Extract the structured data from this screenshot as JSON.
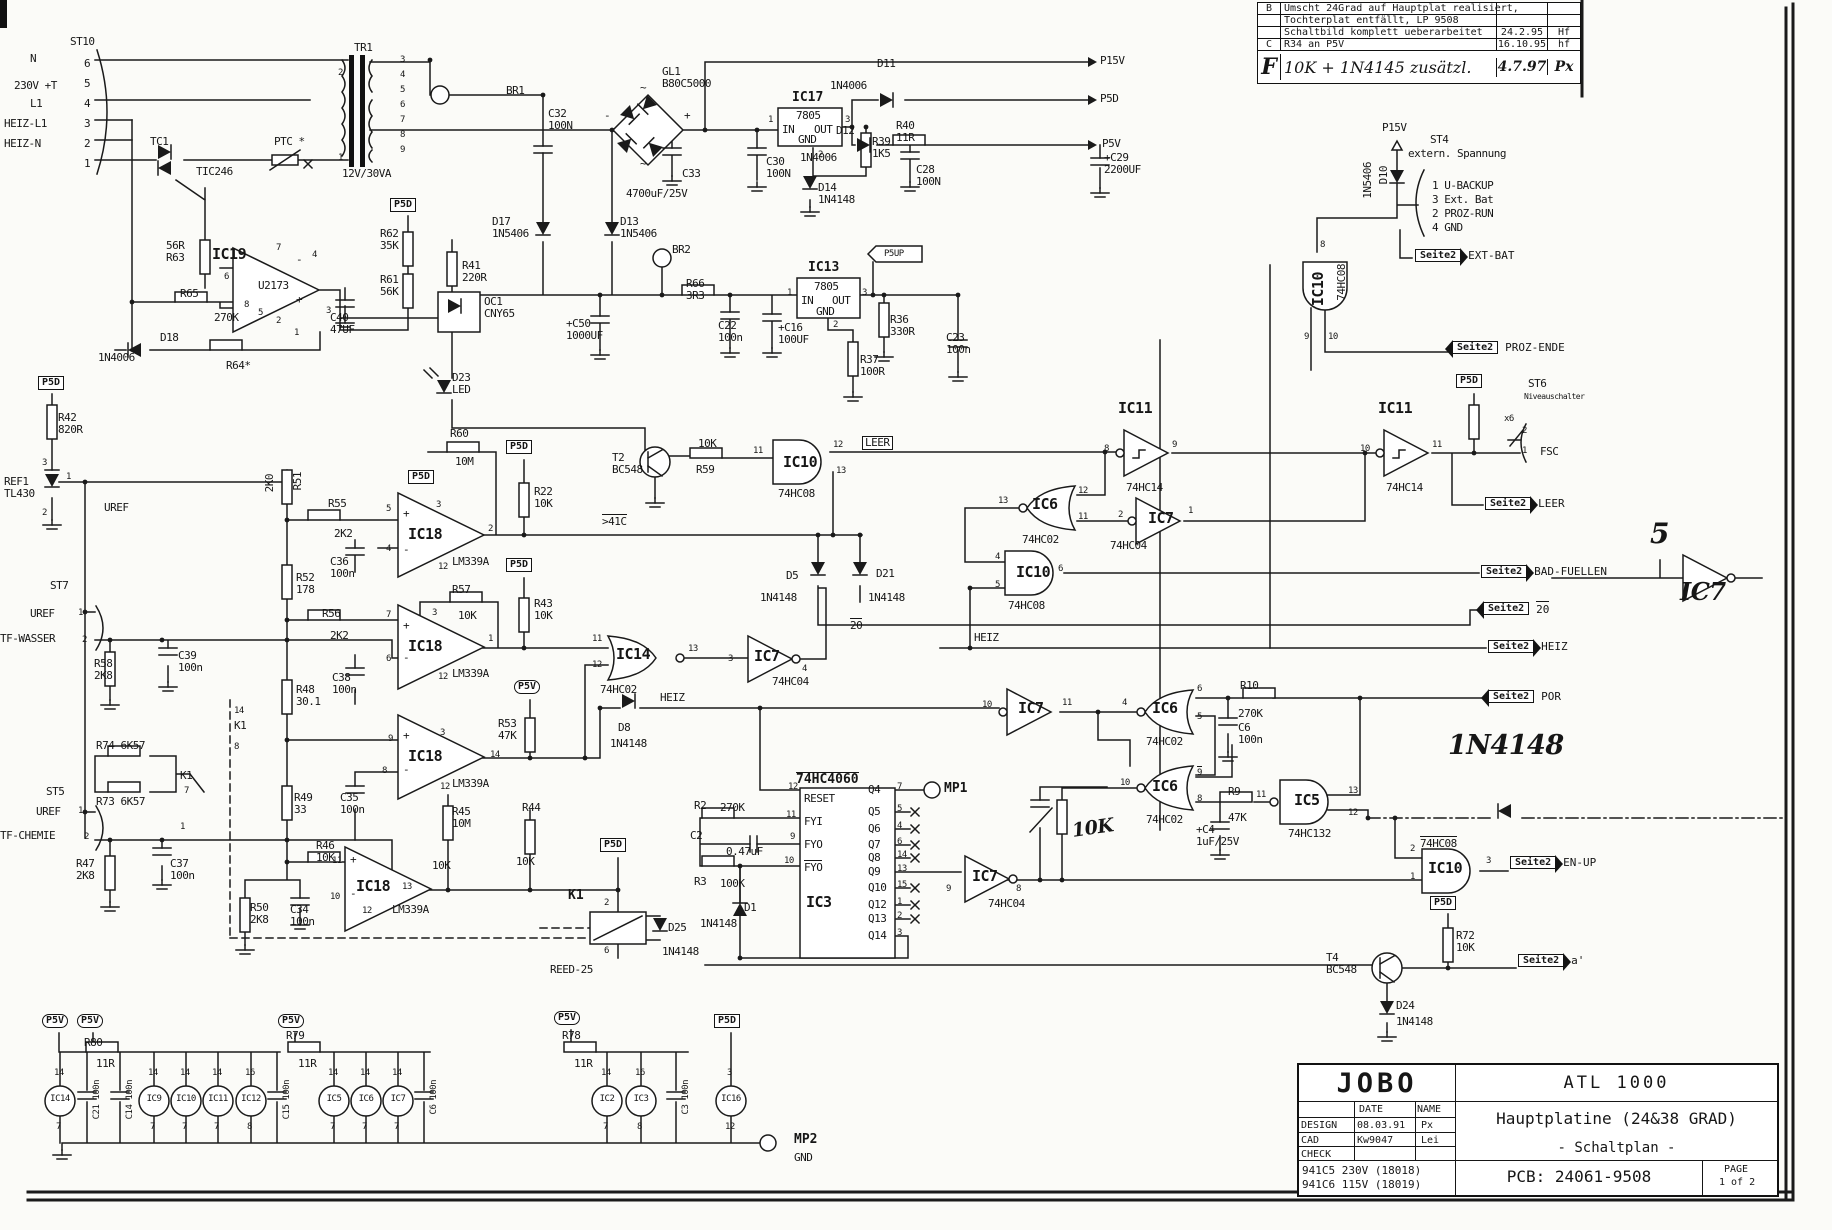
{
  "rails": {
    "p15v": "P15V",
    "p5d": "P5D",
    "p5v": "P5V",
    "p5up": "P5UP",
    "seite2": "Seite2"
  },
  "pins": {
    "p1": "1",
    "p2": "2",
    "p3": "3",
    "p4": "4",
    "p5": "5",
    "p6": "6",
    "p7": "7",
    "p8": "8",
    "p9": "9",
    "p10": "10",
    "p11": "11",
    "p12": "12",
    "p13": "13",
    "p14": "14",
    "p15": "15",
    "p16": "16"
  },
  "misc": {
    "n4148": "1N4148",
    "plus": "+",
    "minus": "-",
    "tilde": "~"
  },
  "L": {
    "st10": "ST10",
    "st10p": "6\n5\n4\n3\n2\n1",
    "n": "N",
    "v230": "230V +T",
    "l1": "L1",
    "heizl1": "HEIZ-L1",
    "heizn": "HEIZ-N",
    "tc1": "TC1",
    "tic246": "TIC246",
    "ptc": "PTC *",
    "tr1": "TR1",
    "trp": "3\n4\n5\n6\n7\n8\n9",
    "tr1v": "12V/30VA",
    "br1": "BR1",
    "br2": "BR2",
    "c32": "C32\n100N",
    "gl1": "GL1\nB80C5000",
    "c33": "C33",
    "c33v": "4700uF/25V",
    "c30": "C30\n100N",
    "ic17": "IC17",
    "v7805": "7805",
    "inp": "IN",
    "outp": "OUT",
    "gndp": "GND",
    "r39": "R39\n1K5",
    "d14": "D14\n1N4148",
    "c28": "C28\n100N",
    "d11": "D11",
    "n4006": "1N4006",
    "d12": "D12",
    "r40": "R40\n11R",
    "c29": "+C29\n2200UF",
    "d17": "D17\n1N5406",
    "d13": "D13\n1N5406",
    "r66": "R66\n3R3",
    "ic13": "IC13",
    "c50": "+C50\n1000UF",
    "c22": "C22\n100n",
    "c16": "+C16\n100UF",
    "r36": "R36\n330R",
    "c23": "C23\n100n",
    "r37": "R37\n100R",
    "r63": "56R\nR63",
    "ic19": "IC19",
    "u2173": "U2173",
    "r62": "R62\n35K",
    "r61": "R61\n56K",
    "r65": "R65",
    "k270": "270K",
    "d18": "D18",
    "r64": "R64*",
    "c40": "C40\n47UF",
    "oc1": "OC1\nCNY65",
    "r41": "R41\n220R",
    "d23": "D23\nLED",
    "r42": "R42\n820R",
    "ref1": "REF1\nTL430",
    "uref": "UREF",
    "st7": "ST7",
    "tfw": "TF-WASSER",
    "st5": "ST5",
    "tfc": "TF-CHEMIE",
    "r58": "R58\n2K8",
    "c39": "C39\n100n",
    "r74": "R74 6K57",
    "r73": "R73 6K57",
    "k1": "K1",
    "r47": "R47\n2K8",
    "c37": "C37\n100n",
    "r51": "R51",
    "k2k0": "2K0",
    "r55": "R55",
    "k2k2": "2K2",
    "r52": "R52\n178",
    "r56": "R56",
    "c36": "C36\n100n",
    "c38": "C38\n100n",
    "r48": "R48\n30.1",
    "r49": "R49\n33",
    "c35": "C35\n100n",
    "r46": "R46\n10K",
    "r50": "R50\n2K8",
    "c34": "C34\n100n",
    "r45": "R45\n10M",
    "r44": "R44",
    "k10k": "10K",
    "m10m": "10M",
    "ic18": "IC18",
    "lm339": "LM339A",
    "r60": "R60",
    "r22": "R22\n10K",
    "t2": "T2\nBC548",
    "r59": "R59",
    "s41c": ">41C",
    "r57": "R57",
    "r43": "R43\n10K",
    "ic14": "IC14",
    "hc02": "74HC02",
    "ic7": "IC7",
    "hc04": "74HC04",
    "heiz": "HEIZ",
    "d8": "D8",
    "r53": "R53\n47K",
    "leer": "LEER",
    "d5": "D5",
    "d21": "D21",
    "s20": "20",
    "ic10": "IC10",
    "hc08": "74HC08",
    "ic6": "IC6",
    "ic11": "IC11",
    "hc14": "74HC14",
    "ic5": "IC5",
    "hc132": "74HC132",
    "hc4060": "74HC4060",
    "reset": "RESET",
    "fyi": "FYI",
    "fyo": "FYO",
    "ic3": "IC3",
    "q4": "Q4",
    "q5": "Q5",
    "q6": "Q6",
    "q7": "Q7",
    "q8": "Q8",
    "q9": "Q9",
    "q10": "Q10",
    "q12": "Q12",
    "q13": "Q13",
    "q14": "Q14",
    "mp1": "MP1",
    "mp2": "MP2",
    "gnd": "GND",
    "r2": "R2",
    "c2": "C2",
    "c2v": "0.47uF",
    "r3": "R3",
    "k100k": "100K",
    "d1": "D1",
    "reed": "REED-25",
    "d25": "D25",
    "r10": "R10",
    "c6": "C6\n100n",
    "r9": "R9",
    "k47k": "47K",
    "c4": "+C4\n1uF/25V",
    "r72": "R72\n10K",
    "t4": "T4\nBC548",
    "d24": "D24",
    "d10": "D10",
    "n5406": "1N5406",
    "st4": "ST4",
    "st4s": "extern. Spannung",
    "st4p1": "1 U-BACKUP",
    "st4p3": "3 Ext. Bat",
    "st4p2": "2 PROZ-RUN",
    "st4p4": "4 GND",
    "st6": "ST6",
    "niveau": "Niveauschalter",
    "fsc": "FSC",
    "x6": "x6",
    "hw5": "5",
    "hwic": "IC7"
  },
  "seite2": [
    "EXT-BAT",
    "PROZ-ENDE",
    "LEER",
    "BAD-FUELLEN",
    "20",
    "HEIZ",
    "POR",
    "EN-UP",
    "a'"
  ],
  "bottom": {
    "ics": [
      {
        "n": "IC14",
        "t": "14",
        "b": "7"
      },
      {
        "n": "IC9",
        "t": "14",
        "b": "7"
      },
      {
        "n": "IC10",
        "t": "14",
        "b": "7"
      },
      {
        "n": "IC11",
        "t": "14",
        "b": "7"
      },
      {
        "n": "IC12",
        "t": "16",
        "b": "8"
      },
      {
        "n": "IC5",
        "t": "14",
        "b": "7"
      },
      {
        "n": "IC6",
        "t": "14",
        "b": "7"
      },
      {
        "n": "IC7",
        "t": "14",
        "b": "7"
      },
      {
        "n": "IC2",
        "t": "14",
        "b": "7"
      },
      {
        "n": "IC3",
        "t": "16",
        "b": "8"
      },
      {
        "n": "IC16",
        "t": "3",
        "b": "12"
      }
    ],
    "caps": [
      "C21 100n",
      "C14 100n",
      "C15 100n",
      "C6 100n",
      "C3 100n"
    ],
    "res": [
      "R80",
      "R79",
      "R78"
    ],
    "resv": "11R"
  },
  "rev": {
    "rows": [
      {
        "rev": "B",
        "desc": "Umscht 24Grad auf Hauptplat realisiert,",
        "date": "",
        "name": ""
      },
      {
        "rev": "",
        "desc": "Tochterplat entfällt, LP 9508",
        "date": "",
        "name": ""
      },
      {
        "rev": "",
        "desc": "Schaltbild komplett ueberarbeitet",
        "date": "24.2.95",
        "name": "Hf"
      },
      {
        "rev": "C",
        "desc": "R34 an P5V",
        "date": "16.10.95",
        "name": "hf"
      },
      {
        "rev": "F",
        "desc": "10K + 1N4145 zusätzl.",
        "date": "4.7.97",
        "name": "Px"
      }
    ]
  },
  "tb": {
    "company": "JOBO",
    "product": "ATL 1000",
    "date_h": "DATE",
    "name_h": "NAME",
    "design": "DESIGN",
    "design_date": "08.03.91",
    "design_name": "Px",
    "cad": "CAD",
    "cad_date": "Kw9047",
    "cad_name": "Lei",
    "check": "CHECK",
    "title1": "Hauptplatine (24&38 GRAD)",
    "title2": "- Schaltplan -",
    "variant1": "941C5 230V (18018)",
    "variant2": "941C6 115V (18019)",
    "pcb": "PCB:  24061-9508",
    "page1": "PAGE",
    "page2": "1 of 2"
  }
}
